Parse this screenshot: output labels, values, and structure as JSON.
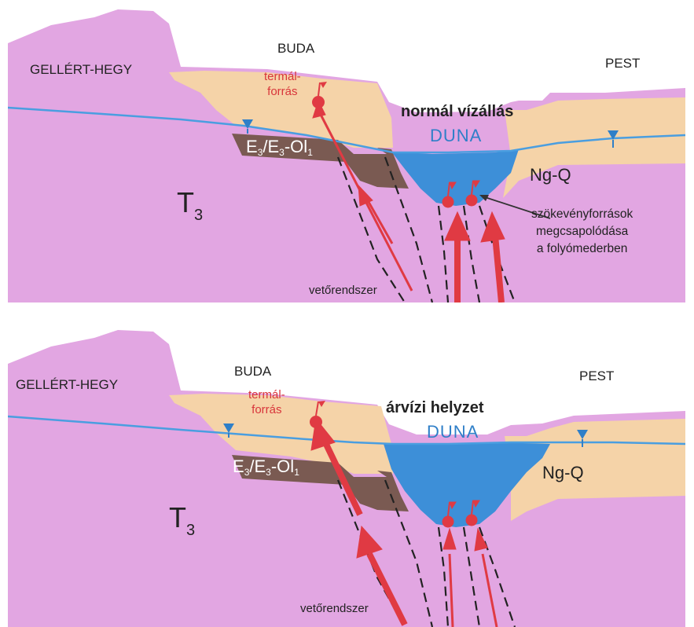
{
  "panels": [
    {
      "condition_title": "normál vízállás",
      "mountain": "GELLÉRT-HEGY",
      "left_bank": "BUDA",
      "right_bank": "PEST",
      "thermal_spring": [
        "termál-",
        "forrás"
      ],
      "river": "DUNA",
      "sediment": "Ng-Q",
      "formation": {
        "main": "E",
        "s1": "3",
        "mid": "/E",
        "s2": "3",
        "tail": "-Ol",
        "s3": "1"
      },
      "bedrock": {
        "main": "T",
        "sub": "3"
      },
      "spring_note": [
        "szökevényforrások",
        "megcsapolódása",
        "a folyómederben"
      ],
      "fault_label": "vetőrendszer"
    },
    {
      "condition_title": "árvízi helyzet",
      "mountain": "GELLÉRT-HEGY",
      "left_bank": "BUDA",
      "right_bank": "PEST",
      "thermal_spring": [
        "termál-",
        "forrás"
      ],
      "river": "DUNA",
      "sediment": "Ng-Q",
      "formation": {
        "main": "E",
        "s1": "3",
        "mid": "/E",
        "s2": "3",
        "tail": "-Ol",
        "s3": "1"
      },
      "bedrock": {
        "main": "T",
        "sub": "3"
      },
      "fault_label": "vetőrendszer"
    }
  ],
  "colors": {
    "limestone": "#e2a6e2",
    "sediment": "#f5d3a8",
    "formation": "#7a5a52",
    "water": "#3d8fd8",
    "watertable": "#4a9ee0",
    "arrow": "#e03a43",
    "fault": "#222222"
  }
}
